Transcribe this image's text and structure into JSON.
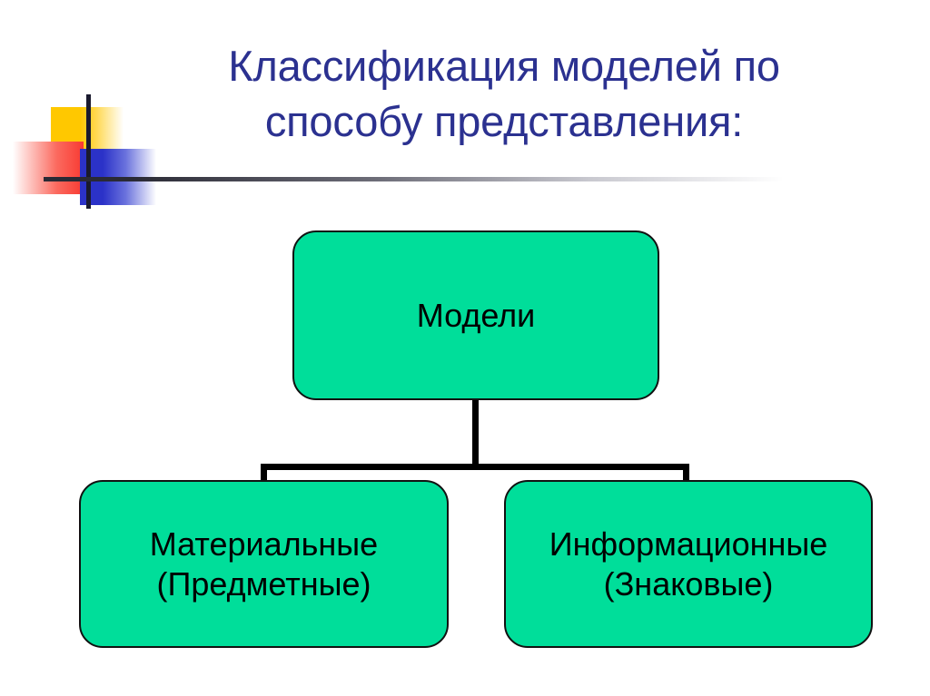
{
  "slide": {
    "title": "Классификация моделей по\nспособу представления:",
    "title_color": "#2b3190",
    "background_color": "#ffffff"
  },
  "decoration": {
    "name": "powerpoint-design-accent",
    "yellow_color": "#ffc800",
    "red_color": "#f83a32",
    "blue_color": "#2b32c8",
    "rule_color": "#2a2a35"
  },
  "diagram": {
    "type": "hierarchy",
    "node_fill": "#00de9a",
    "node_border": "#111111",
    "connector_color": "#000000",
    "root": {
      "label": "Модели"
    },
    "children": [
      {
        "label": "Материальные\n(Предметные)"
      },
      {
        "label": "Информационные\n(Знаковые)"
      }
    ]
  }
}
